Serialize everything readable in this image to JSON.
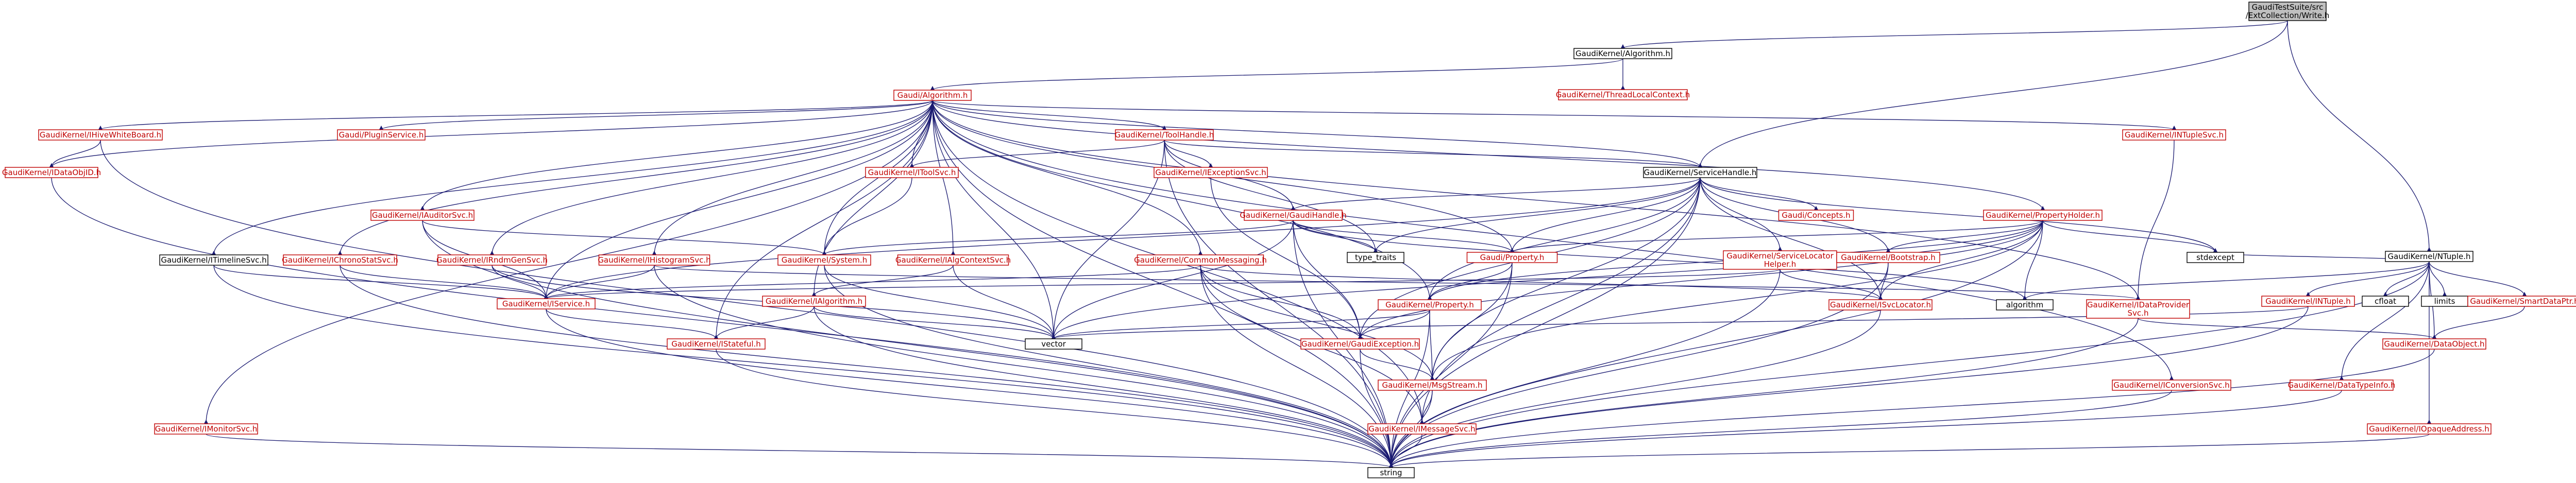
{
  "colors": {
    "edge": "#191970",
    "linked_text": "#c00000",
    "linked_border": "#c00000",
    "plain_text": "#000000",
    "plain_border": "#000000",
    "root_fill": "#bfbfbf",
    "node_fill": "#ffffff"
  },
  "root": {
    "id": "root",
    "label": "GaudiTestSuite/src\n/ExtCollection/Write.h"
  },
  "nodes": [
    {
      "id": "algorithm_h",
      "label": "GaudiKernel/Algorithm.h",
      "style": "plain"
    },
    {
      "id": "threadlocalcontext",
      "label": "GaudiKernel/ThreadLocalContext.h",
      "style": "linked"
    },
    {
      "id": "ialgorithm_base",
      "label": "Gaudi/Algorithm.h",
      "style": "linked"
    },
    {
      "id": "inamedwhiteboard",
      "label": "GaudiKernel/IHiveWhiteBoard.h",
      "style": "linked"
    },
    {
      "id": "pluginservice",
      "label": "Gaudi/PluginService.h",
      "style": "linked"
    },
    {
      "id": "toolhandle",
      "label": "GaudiKernel/ToolHandle.h",
      "style": "linked"
    },
    {
      "id": "intupleSvc",
      "label": "GaudiKernel/INTupleSvc.h",
      "style": "linked"
    },
    {
      "id": "idataobj",
      "label": "GaudiKernel/IDataObjID.h",
      "style": "linked"
    },
    {
      "id": "itoolsvc",
      "label": "GaudiKernel/IToolSvc.h",
      "style": "linked"
    },
    {
      "id": "iexceptionsvc",
      "label": "GaudiKernel/IExceptionSvc.h",
      "style": "linked"
    },
    {
      "id": "servicehandle",
      "label": "GaudiKernel/ServiceHandle.h",
      "style": "plain"
    },
    {
      "id": "iauditorsvc",
      "label": "GaudiKernel/IAuditorSvc.h",
      "style": "linked"
    },
    {
      "id": "gaudihandle",
      "label": "GaudiKernel/GaudiHandle.h",
      "style": "linked"
    },
    {
      "id": "concepts",
      "label": "Gaudi/Concepts.h",
      "style": "linked"
    },
    {
      "id": "propertyholder",
      "label": "GaudiKernel/PropertyHolder.h",
      "style": "linked"
    },
    {
      "id": "ntuple",
      "label": "GaudiKernel/NTuple.h",
      "style": "plain"
    },
    {
      "id": "itimelinesvc",
      "label": "GaudiKernel/ITimelineSvc.h",
      "style": "plain"
    },
    {
      "id": "ichronostatsvc",
      "label": "GaudiKernel/IChronoStatSvc.h",
      "style": "linked"
    },
    {
      "id": "imonitorsvc_gen",
      "label": "GaudiKernel/IRndmGenSvc.h",
      "style": "linked"
    },
    {
      "id": "ihistogramsvc",
      "label": "GaudiKernel/IHistogramSvc.h",
      "style": "linked"
    },
    {
      "id": "isystem",
      "label": "GaudiKernel/System.h",
      "style": "linked"
    },
    {
      "id": "ialgcontextsvc",
      "label": "GaudiKernel/IAlgContextSvc.h",
      "style": "linked"
    },
    {
      "id": "commonmessaging",
      "label": "GaudiKernel/CommonMessaging.h",
      "style": "linked"
    },
    {
      "id": "type_traits",
      "label": "type_traits",
      "style": "plain"
    },
    {
      "id": "property_gaudi",
      "label": "Gaudi/Property.h",
      "style": "linked"
    },
    {
      "id": "servicelocatorhelper",
      "label": "GaudiKernel/ServiceLocator\nHelper.h",
      "style": "linked"
    },
    {
      "id": "bootstrap",
      "label": "GaudiKernel/Bootstrap.h",
      "style": "linked"
    },
    {
      "id": "stdexcept",
      "label": "stdexcept",
      "style": "plain"
    },
    {
      "id": "ialgorithm",
      "label": "GaudiKernel/IAlgorithm.h",
      "style": "linked"
    },
    {
      "id": "iservice",
      "label": "GaudiKernel/IService.h",
      "style": "linked"
    },
    {
      "id": "kernel_property",
      "label": "GaudiKernel/Property.h",
      "style": "linked"
    },
    {
      "id": "isvclocator",
      "label": "GaudiKernel/ISvcLocator.h",
      "style": "linked"
    },
    {
      "id": "algorithm_std",
      "label": "algorithm",
      "style": "plain"
    },
    {
      "id": "idataprovidersvc",
      "label": "GaudiKernel/IDataProvider\nSvc.h",
      "style": "linked"
    },
    {
      "id": "intuple",
      "label": "GaudiKernel/INTuple.h",
      "style": "linked"
    },
    {
      "id": "cfloat",
      "label": "cfloat",
      "style": "plain"
    },
    {
      "id": "limits",
      "label": "limits",
      "style": "plain"
    },
    {
      "id": "smartdataptr",
      "label": "GaudiKernel/SmartDataPtr.h",
      "style": "linked"
    },
    {
      "id": "vector",
      "label": "vector",
      "style": "plain"
    },
    {
      "id": "istateful",
      "label": "GaudiKernel/IStateful.h",
      "style": "linked"
    },
    {
      "id": "gaudiexception",
      "label": "GaudiKernel/GaudiException.h",
      "style": "linked"
    },
    {
      "id": "dataobject",
      "label": "GaudiKernel/DataObject.h",
      "style": "linked"
    },
    {
      "id": "msgstream",
      "label": "GaudiKernel/MsgStream.h",
      "style": "linked"
    },
    {
      "id": "iconversionsvc",
      "label": "GaudiKernel/IConversionSvc.h",
      "style": "linked"
    },
    {
      "id": "datatypeinfo",
      "label": "GaudiKernel/DataTypeInfo.h",
      "style": "linked"
    },
    {
      "id": "imonitorsvc",
      "label": "GaudiKernel/IMonitorSvc.h",
      "style": "linked"
    },
    {
      "id": "imessagesvc",
      "label": "GaudiKernel/IMessageSvc.h",
      "style": "linked"
    },
    {
      "id": "iopaqueaddress",
      "label": "GaudiKernel/IOpaqueAddress.h",
      "style": "linked"
    },
    {
      "id": "string",
      "label": "string",
      "style": "plain"
    }
  ],
  "edges": [
    [
      "root",
      "algorithm_h"
    ],
    [
      "root",
      "servicehandle"
    ],
    [
      "root",
      "ntuple"
    ],
    [
      "algorithm_h",
      "threadlocalcontext"
    ],
    [
      "algorithm_h",
      "ialgorithm_base"
    ],
    [
      "ialgorithm_base",
      "inamedwhiteboard"
    ],
    [
      "ialgorithm_base",
      "pluginservice"
    ],
    [
      "ialgorithm_base",
      "toolhandle"
    ],
    [
      "ialgorithm_base",
      "intupleSvc"
    ],
    [
      "ialgorithm_base",
      "idataobj"
    ],
    [
      "ialgorithm_base",
      "itoolsvc"
    ],
    [
      "ialgorithm_base",
      "servicehandle"
    ],
    [
      "ialgorithm_base",
      "iauditorsvc"
    ],
    [
      "ialgorithm_base",
      "propertyholder"
    ],
    [
      "ialgorithm_base",
      "itimelinesvc"
    ],
    [
      "ialgorithm_base",
      "ichronostatsvc"
    ],
    [
      "ialgorithm_base",
      "imonitorsvc_gen"
    ],
    [
      "ialgorithm_base",
      "ihistogramsvc"
    ],
    [
      "ialgorithm_base",
      "isystem"
    ],
    [
      "ialgorithm_base",
      "ialgcontextsvc"
    ],
    [
      "ialgorithm_base",
      "commonmessaging"
    ],
    [
      "ialgorithm_base",
      "property_gaudi"
    ],
    [
      "ialgorithm_base",
      "ialgorithm"
    ],
    [
      "ialgorithm_base",
      "iservice"
    ],
    [
      "ialgorithm_base",
      "kernel_property"
    ],
    [
      "ialgorithm_base",
      "istateful"
    ],
    [
      "ialgorithm_base",
      "imonitorsvc"
    ],
    [
      "ialgorithm_base",
      "iconversionsvc"
    ],
    [
      "ialgorithm_base",
      "vector"
    ],
    [
      "ialgorithm_base",
      "string"
    ],
    [
      "ialgorithm_base",
      "imessagesvc"
    ],
    [
      "ialgorithm_base",
      "idataprovidersvc"
    ],
    [
      "inamedwhiteboard",
      "idataobj"
    ],
    [
      "inamedwhiteboard",
      "string"
    ],
    [
      "idataobj",
      "string"
    ],
    [
      "toolhandle",
      "itoolsvc"
    ],
    [
      "toolhandle",
      "iexceptionsvc"
    ],
    [
      "toolhandle",
      "servicehandle"
    ],
    [
      "toolhandle",
      "gaudihandle"
    ],
    [
      "toolhandle",
      "type_traits"
    ],
    [
      "toolhandle",
      "vector"
    ],
    [
      "toolhandle",
      "string"
    ],
    [
      "intupleSvc",
      "idataprovidersvc"
    ],
    [
      "itoolsvc",
      "isystem"
    ],
    [
      "iexceptionsvc",
      "gaudiexception"
    ],
    [
      "servicehandle",
      "gaudihandle"
    ],
    [
      "servicehandle",
      "concepts"
    ],
    [
      "servicehandle",
      "property_gaudi"
    ],
    [
      "servicehandle",
      "servicelocatorhelper"
    ],
    [
      "servicehandle",
      "bootstrap"
    ],
    [
      "servicehandle",
      "isvclocator"
    ],
    [
      "servicehandle",
      "type_traits"
    ],
    [
      "servicehandle",
      "gaudiexception"
    ],
    [
      "servicehandle",
      "msgstream"
    ],
    [
      "servicehandle",
      "stdexcept"
    ],
    [
      "servicehandle",
      "kernel_property"
    ],
    [
      "servicehandle",
      "imessagesvc"
    ],
    [
      "servicehandle",
      "iservice"
    ],
    [
      "servicehandle",
      "string"
    ],
    [
      "gaudihandle",
      "isystem"
    ],
    [
      "gaudihandle",
      "property_gaudi"
    ],
    [
      "gaudihandle",
      "gaudiexception"
    ],
    [
      "gaudihandle",
      "type_traits"
    ],
    [
      "gaudihandle",
      "algorithm_std"
    ],
    [
      "gaudihandle",
      "vector"
    ],
    [
      "gaudihandle",
      "string"
    ],
    [
      "iauditorsvc",
      "iservice"
    ],
    [
      "iauditorsvc",
      "isystem"
    ],
    [
      "iauditorsvc",
      "string"
    ],
    [
      "propertyholder",
      "property_gaudi"
    ],
    [
      "propertyholder",
      "bootstrap"
    ],
    [
      "propertyholder",
      "isvclocator"
    ],
    [
      "propertyholder",
      "kernel_property"
    ],
    [
      "propertyholder",
      "gaudiexception"
    ],
    [
      "propertyholder",
      "stdexcept"
    ],
    [
      "propertyholder",
      "algorithm_std"
    ],
    [
      "propertyholder",
      "vector"
    ],
    [
      "propertyholder",
      "string"
    ],
    [
      "propertyholder",
      "msgstream"
    ],
    [
      "itimelinesvc",
      "iservice"
    ],
    [
      "itimelinesvc",
      "string"
    ],
    [
      "ichronostatsvc",
      "iservice"
    ],
    [
      "ichronostatsvc",
      "string"
    ],
    [
      "imonitorsvc_gen",
      "iservice"
    ],
    [
      "imonitorsvc_gen",
      "vector"
    ],
    [
      "ihistogramsvc",
      "iservice"
    ],
    [
      "ihistogramsvc",
      "idataprovidersvc"
    ],
    [
      "ihistogramsvc",
      "string"
    ],
    [
      "isystem",
      "string"
    ],
    [
      "isystem",
      "vector"
    ],
    [
      "ialgcontextsvc",
      "ialgorithm"
    ],
    [
      "ialgcontextsvc",
      "vector"
    ],
    [
      "commonmessaging",
      "isvclocator"
    ],
    [
      "commonmessaging",
      "imessagesvc"
    ],
    [
      "commonmessaging",
      "msgstream"
    ],
    [
      "commonmessaging",
      "gaudiexception"
    ],
    [
      "commonmessaging",
      "iservice"
    ],
    [
      "commonmessaging",
      "string"
    ],
    [
      "property_gaudi",
      "kernel_property"
    ],
    [
      "property_gaudi",
      "string"
    ],
    [
      "property_gaudi",
      "msgstream"
    ],
    [
      "servicelocatorhelper",
      "isvclocator"
    ],
    [
      "servicelocatorhelper",
      "iservice"
    ],
    [
      "servicelocatorhelper",
      "string"
    ],
    [
      "bootstrap",
      "string"
    ],
    [
      "bootstrap",
      "isvclocator"
    ],
    [
      "ialgorithm",
      "istateful"
    ],
    [
      "ialgorithm",
      "string"
    ],
    [
      "ialgorithm",
      "vector"
    ],
    [
      "iservice",
      "istateful"
    ],
    [
      "iservice",
      "string"
    ],
    [
      "kernel_property",
      "gaudiexception"
    ],
    [
      "kernel_property",
      "vector"
    ],
    [
      "kernel_property",
      "string"
    ],
    [
      "kernel_property",
      "msgstream"
    ],
    [
      "isvclocator",
      "string"
    ],
    [
      "idataprovidersvc",
      "dataobject"
    ],
    [
      "idataprovidersvc",
      "string"
    ],
    [
      "ntuple",
      "intuple"
    ],
    [
      "ntuple",
      "cfloat"
    ],
    [
      "ntuple",
      "limits"
    ],
    [
      "ntuple",
      "smartdataptr"
    ],
    [
      "ntuple",
      "dataobject"
    ],
    [
      "ntuple",
      "datatypeinfo"
    ],
    [
      "ntuple",
      "iopaqueaddress"
    ],
    [
      "ntuple",
      "stdexcept"
    ],
    [
      "ntuple",
      "algorithm_std"
    ],
    [
      "ntuple",
      "string"
    ],
    [
      "intuple",
      "vector"
    ],
    [
      "intuple",
      "string"
    ],
    [
      "smartdataptr",
      "dataobject"
    ],
    [
      "istateful",
      "string"
    ],
    [
      "gaudiexception",
      "msgstream"
    ],
    [
      "gaudiexception",
      "string"
    ],
    [
      "dataobject",
      "string"
    ],
    [
      "msgstream",
      "imessagesvc"
    ],
    [
      "msgstream",
      "string"
    ],
    [
      "iconversionsvc",
      "string"
    ],
    [
      "datatypeinfo",
      "string"
    ],
    [
      "imonitorsvc",
      "string"
    ],
    [
      "imessagesvc",
      "string"
    ],
    [
      "iopaqueaddress",
      "string"
    ]
  ]
}
